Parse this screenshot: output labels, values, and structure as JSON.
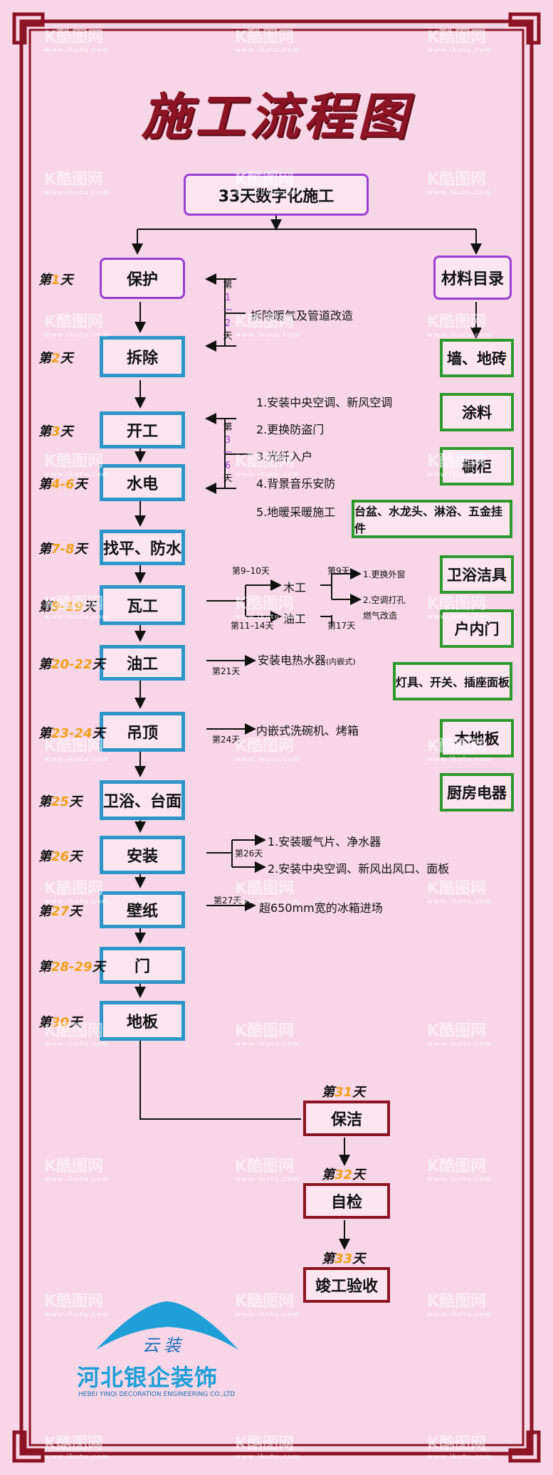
{
  "title": "施工流程图",
  "top_box": "33天数字化施工",
  "materials_title": "材料目录",
  "steps": [
    {
      "label": "保护",
      "day_prefix": "第",
      "day_num": "1",
      "day_suffix": "天"
    },
    {
      "label": "拆除",
      "day_prefix": "第",
      "day_num": "2",
      "day_suffix": "天"
    },
    {
      "label": "开工",
      "day_prefix": "第",
      "day_num": "3",
      "day_suffix": "天"
    },
    {
      "label": "水电",
      "day_prefix": "第",
      "day_num": "4-6",
      "day_suffix": "天"
    },
    {
      "label": "找平、防水",
      "day_prefix": "第",
      "day_num": "7-8",
      "day_suffix": "天"
    },
    {
      "label": "瓦工",
      "day_prefix": "第",
      "day_num": "9-19",
      "day_suffix": "天"
    },
    {
      "label": "油工",
      "day_prefix": "第",
      "day_num": "20-22",
      "day_suffix": "天"
    },
    {
      "label": "吊顶",
      "day_prefix": "第",
      "day_num": "23-24",
      "day_suffix": "天"
    },
    {
      "label": "卫浴、台面",
      "day_prefix": "第",
      "day_num": "25",
      "day_suffix": "天"
    },
    {
      "label": "安装",
      "day_prefix": "第",
      "day_num": "26",
      "day_suffix": "天"
    },
    {
      "label": "壁纸",
      "day_prefix": "第",
      "day_num": "27",
      "day_suffix": "天"
    },
    {
      "label": "门",
      "day_prefix": "第",
      "day_num": "28-29",
      "day_suffix": "天"
    },
    {
      "label": "地板",
      "day_prefix": "第",
      "day_num": "30",
      "day_suffix": "天"
    }
  ],
  "final_steps": [
    {
      "label": "保洁",
      "day_prefix": "第",
      "day_num": "31",
      "day_suffix": "天"
    },
    {
      "label": "自检",
      "day_prefix": "第",
      "day_num": "32",
      "day_suffix": "天"
    },
    {
      "label": "竣工验收",
      "day_prefix": "第",
      "day_num": "33",
      "day_suffix": "天"
    }
  ],
  "materials": [
    "墙、地砖",
    "涂料",
    "橱柜",
    "台盆、水龙头、淋浴、五金挂件",
    "卫浴洁具",
    "户内门",
    "灯具、开关、插座面板",
    "木地板",
    "厨房电器"
  ],
  "notes": {
    "heating_demolish": "拆除暖气及管道改造",
    "day1_2": {
      "a": "第",
      "b": "1",
      "c": "一",
      "d": "2",
      "e": "天"
    },
    "day3_6": {
      "a": "第",
      "b": "3",
      "c": "一",
      "d": "6",
      "e": "天"
    },
    "startup_items": [
      "1.安装中央空调、新风空调",
      "2.更换防盗门",
      "3.光纤入户",
      "4.背景音乐安防",
      "5.地暖采暖施工"
    ],
    "tile_day_a": "第9–10天",
    "tile_day_b": "第11–14天",
    "wood": "木工",
    "paint": "油工",
    "wood_day": "第9天",
    "paint_day": "第17天",
    "wood_items": [
      "1.更换外窗",
      "2.空调打孔"
    ],
    "gas": "燃气改造",
    "heater": "安装电热水器",
    "heater_sub": "(内嵌式)",
    "day21": "第21天",
    "dishwasher": "内嵌式洗碗机、烤箱",
    "day24": "第24天",
    "install_items": [
      "1.安装暖气片、净水器",
      "2.安装中央空调、新风出风口、面板"
    ],
    "day26": "第26天",
    "day27": "第27天",
    "fridge": "超650mm宽的冰箱进场"
  },
  "logo": {
    "small": "云装",
    "name": "河北银企装饰",
    "english": "HEBEI YINQI DECORATION ENGINEERING CO.,LTD"
  },
  "watermark": {
    "brand": "酷图网",
    "url": "www.ikutu.com"
  },
  "colors": {
    "background": "#f7d6e7",
    "title": "#8c1424",
    "step_border": "#2c96c8",
    "material_border": "#2e9a2e",
    "top_border": "#9a3fd4",
    "final_border": "#8c1424",
    "day_number": "#f0a018"
  }
}
